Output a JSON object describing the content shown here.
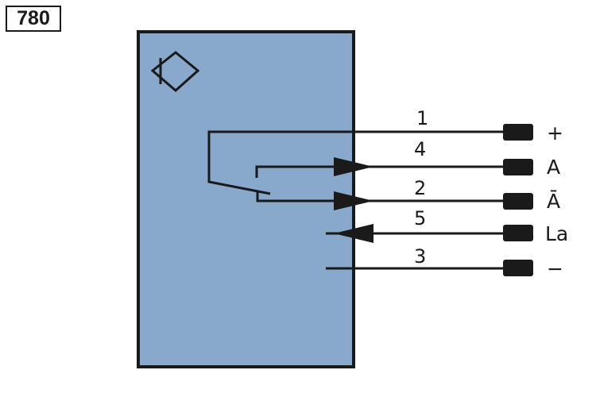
{
  "diagram_number": "780",
  "colors": {
    "housing_fill": "#88a8cc",
    "line": "#1a1a1a",
    "background": "#ffffff"
  },
  "housing_symbol": "inductive-sensor-diamond-icon",
  "pins": [
    {
      "pin": "1",
      "signal": "+"
    },
    {
      "pin": "4",
      "signal": "A"
    },
    {
      "pin": "2",
      "signal": "Ā"
    },
    {
      "pin": "5",
      "signal": "La"
    },
    {
      "pin": "3",
      "signal": "−"
    }
  ]
}
